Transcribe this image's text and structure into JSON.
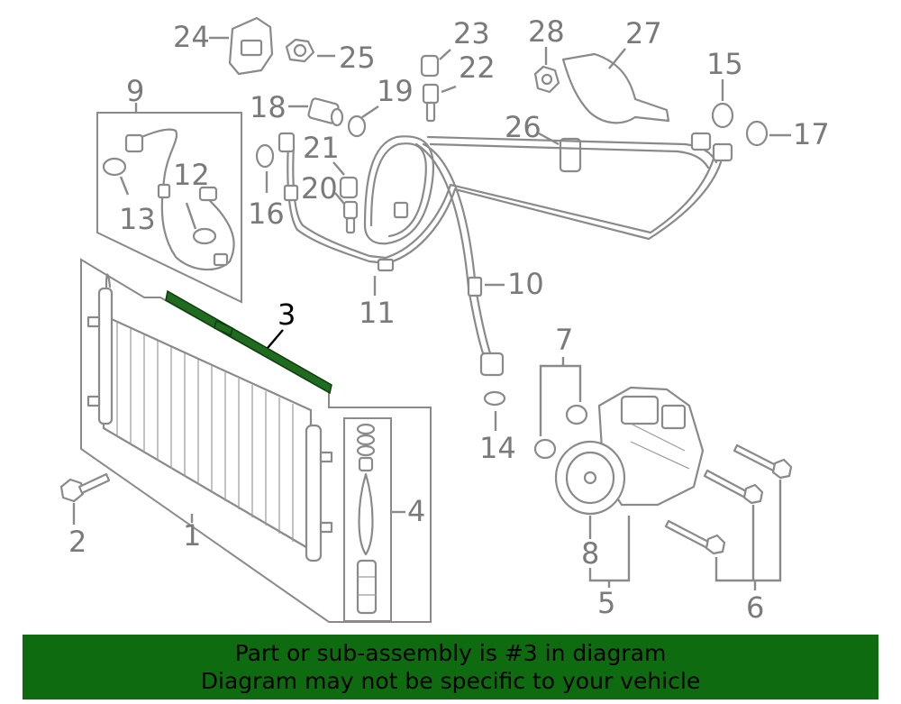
{
  "diagram": {
    "highlighted_callout": "3",
    "callouts": {
      "c1": "1",
      "c2": "2",
      "c3": "3",
      "c4": "4",
      "c5": "5",
      "c6": "6",
      "c7": "7",
      "c8": "8",
      "c9": "9",
      "c10": "10",
      "c11": "11",
      "c12": "12",
      "c13": "13",
      "c14": "14",
      "c15": "15",
      "c16": "16",
      "c17": "17",
      "c18": "18",
      "c19": "19",
      "c20": "20",
      "c21": "21",
      "c22": "22",
      "c23": "23",
      "c24": "24",
      "c25": "25",
      "c26": "26",
      "c27": "27",
      "c28": "28"
    }
  },
  "banner": {
    "line1": "Part or sub-assembly is #3 in diagram",
    "line2": "Diagram may not be specific to your vehicle",
    "color": "#0f6b0f"
  },
  "colors": {
    "highlight": "#1f6b1f",
    "line_art": "#8a8a8a"
  }
}
